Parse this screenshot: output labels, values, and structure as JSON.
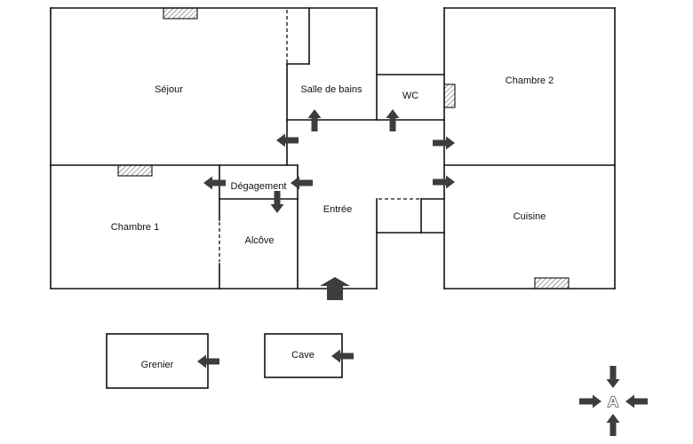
{
  "rooms": {
    "sejour": "Séjour",
    "salle_de_bains": "Salle de bains",
    "wc": "WC",
    "chambre_2": "Chambre 2",
    "degagement": "Dégagement",
    "entree": "Entrée",
    "chambre_1": "Chambre 1",
    "alcove": "Alcôve",
    "cuisine": "Cuisine",
    "grenier": "Grenier",
    "cave": "Cave"
  },
  "marker": {
    "label": "A"
  },
  "colors": {
    "background": "#ffffff",
    "wall": "#111111",
    "arrow": "#3d3d3d",
    "hatch": "#555555",
    "text": "#111111"
  }
}
